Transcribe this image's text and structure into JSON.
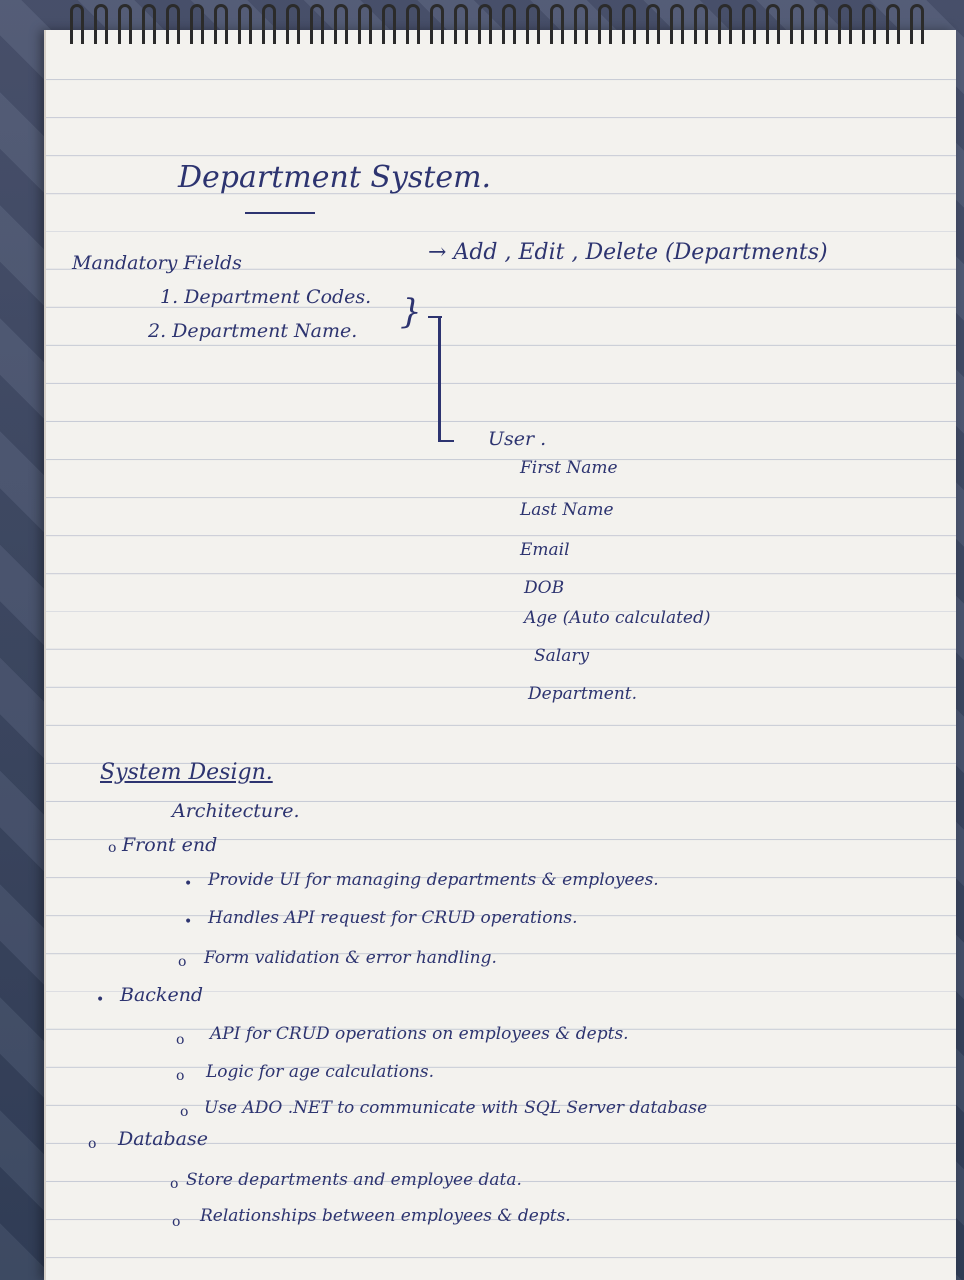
{
  "title": "Department System.",
  "mandatory": {
    "label": "Mandatory Fields",
    "items": [
      "1. Department Codes.",
      "2. Department Name."
    ],
    "arrow_text": "→ Add , Edit , Delete (Departments)"
  },
  "user": {
    "label": "User .",
    "fields": [
      "First Name",
      "Last Name",
      "Email",
      "DOB",
      "Age (Auto calculated)",
      "Salary",
      "Department."
    ]
  },
  "system_design": {
    "title": "System Design.",
    "subtitle": "Architecture.",
    "frontend": {
      "label": "Front end",
      "items": [
        "Provide UI for managing departments & employees.",
        "Handles API request for CRUD operations.",
        "Form validation & error handling."
      ]
    },
    "backend": {
      "label": "Backend",
      "items": [
        "API for CRUD operations on employees & depts.",
        "Logic for age calculations.",
        "Use ADO .NET to communicate with SQL Server database"
      ]
    },
    "database": {
      "label": "Database",
      "items": [
        "Store departments and employee data.",
        "Relationships between employees & depts."
      ]
    }
  }
}
